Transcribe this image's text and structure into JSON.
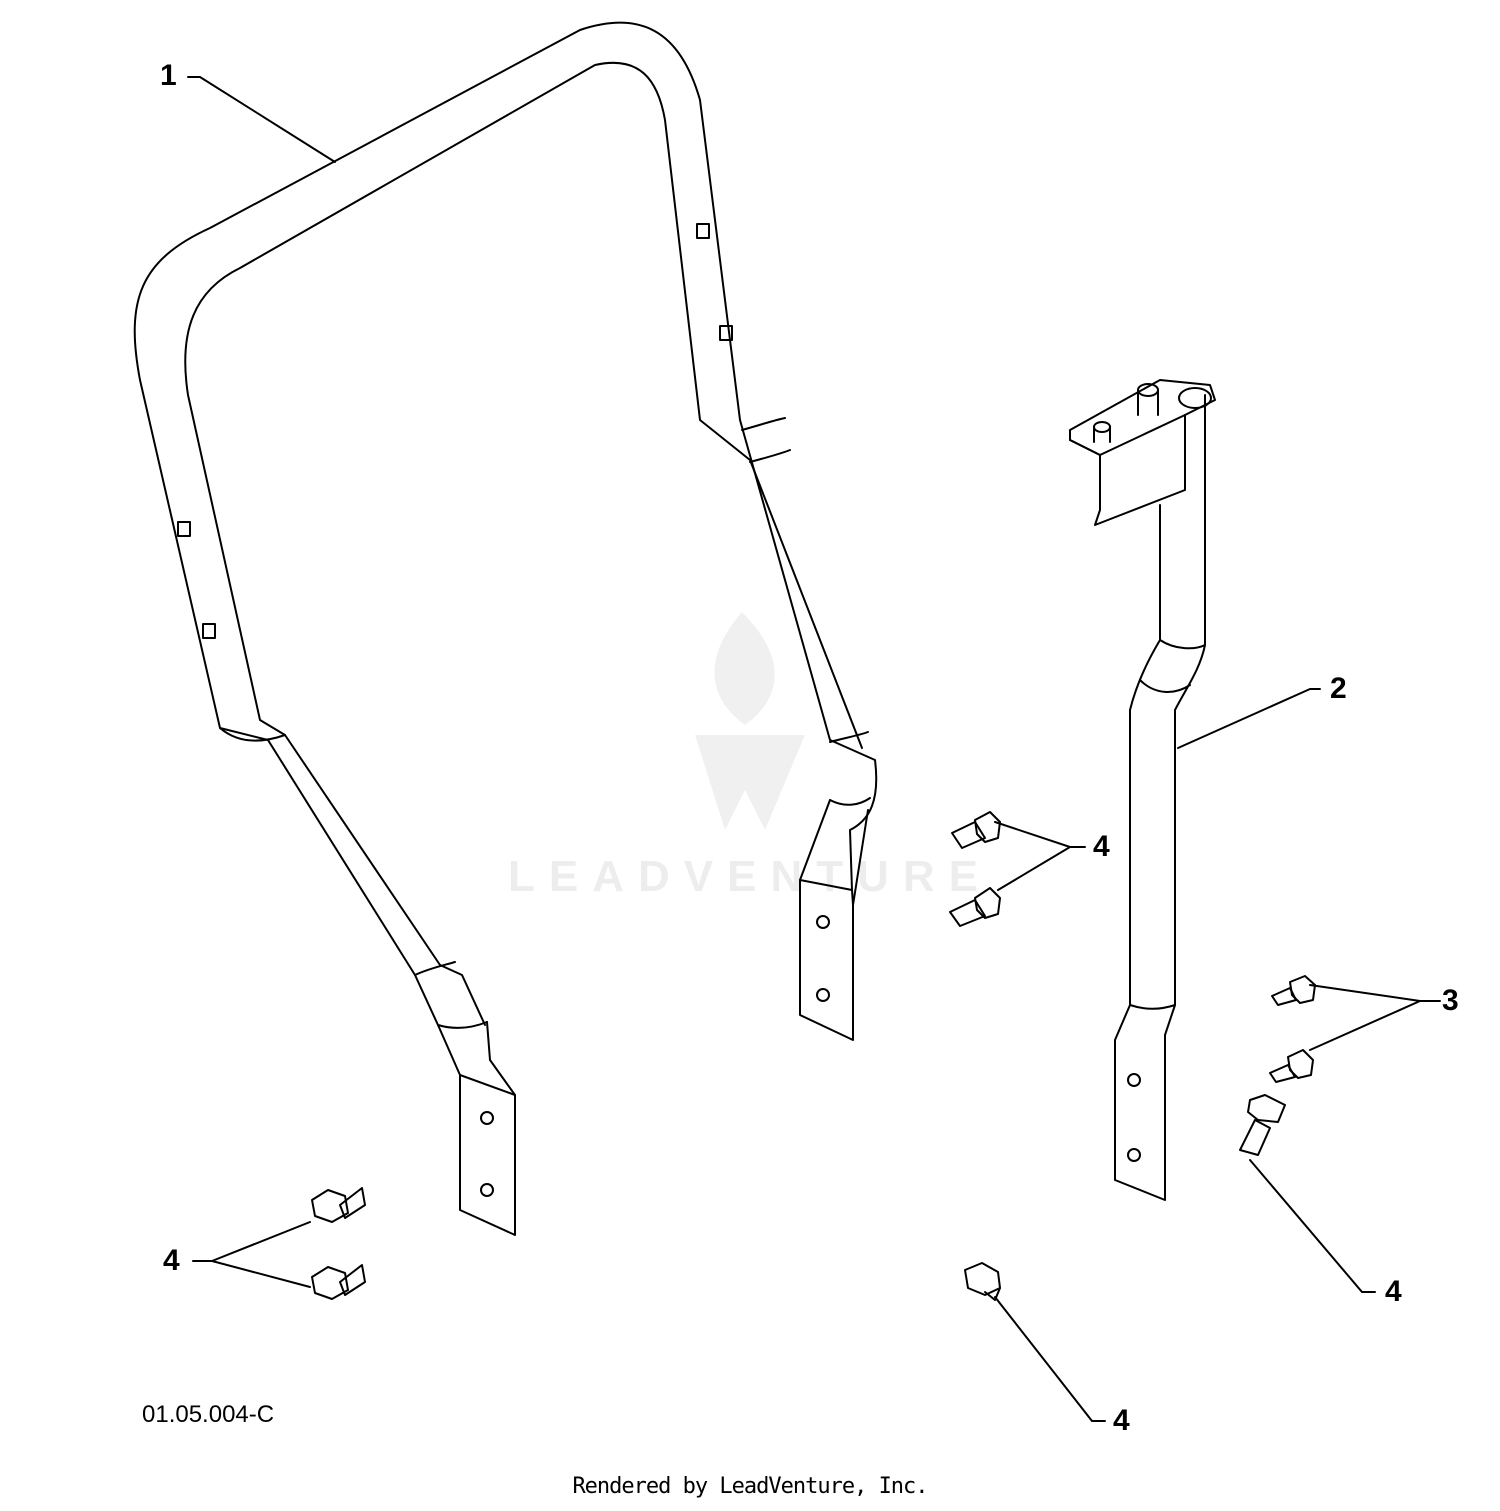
{
  "callouts": {
    "c1": "1",
    "c2": "2",
    "c3": "3",
    "c4a": "4",
    "c4b": "4",
    "c4c": "4",
    "c4d": "4"
  },
  "diagram_code": "01.05.004-C",
  "footer": "Rendered by LeadVenture, Inc.",
  "watermark": "LEADVENTURE"
}
